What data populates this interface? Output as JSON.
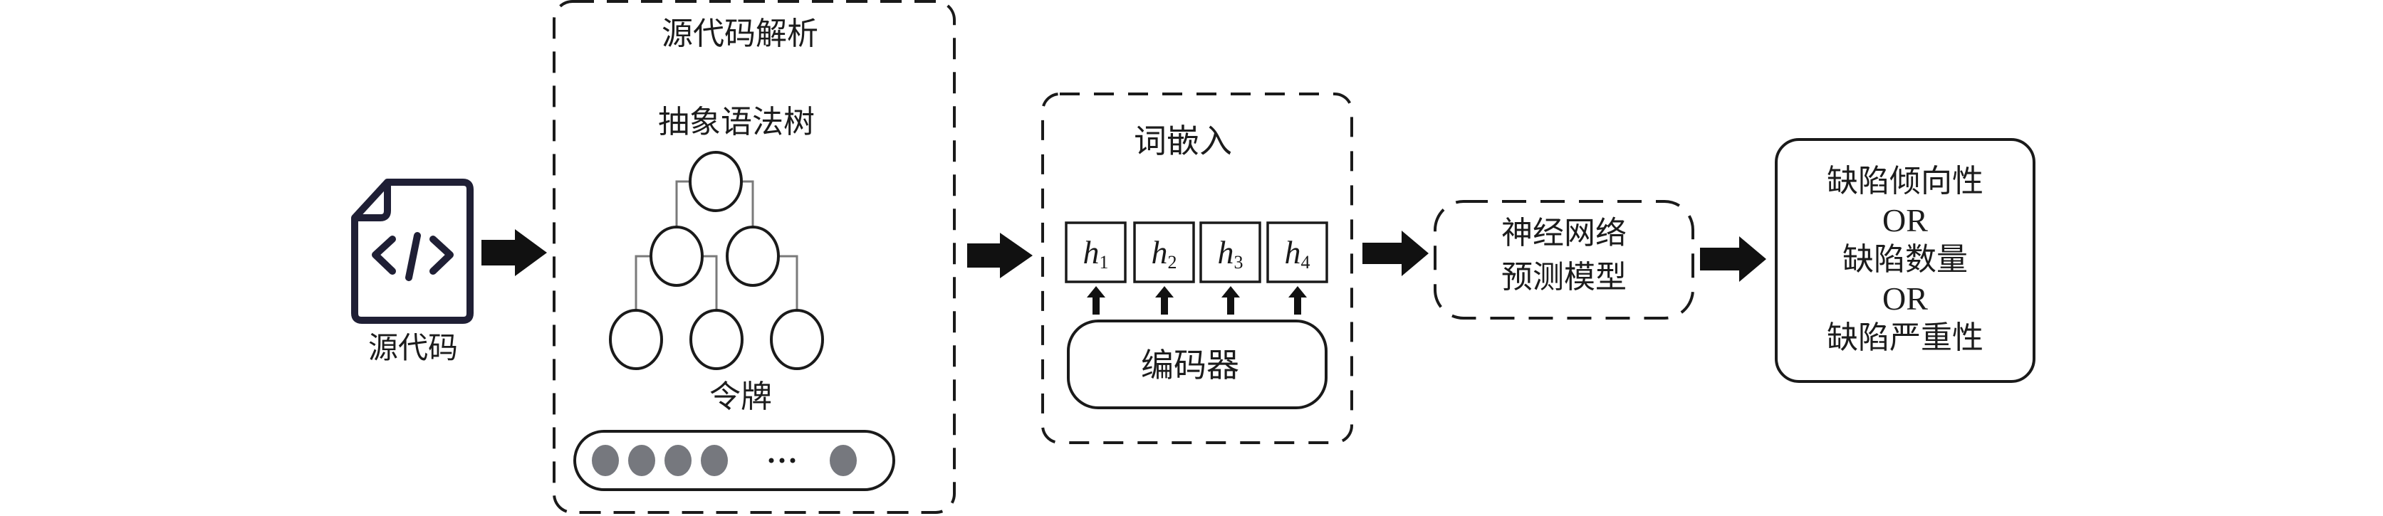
{
  "source": {
    "icon": "code-file-icon",
    "icon_glyph": "</>",
    "label": "源代码"
  },
  "parsing": {
    "title": "源代码解析",
    "ast_label": "抽象语法树",
    "token_label": "令牌",
    "token_ellipsis": "···",
    "ast_levels": [
      1,
      2,
      3
    ],
    "token_count_shown": 5
  },
  "embedding": {
    "title": "词嵌入",
    "vectors": [
      {
        "base": "h",
        "sub": "1"
      },
      {
        "base": "h",
        "sub": "2"
      },
      {
        "base": "h",
        "sub": "3"
      },
      {
        "base": "h",
        "sub": "4"
      }
    ],
    "encoder_label": "编码器"
  },
  "model": {
    "line1": "神经网络",
    "line2": "预测模型"
  },
  "output": {
    "lines": [
      "缺陷倾向性",
      "OR",
      "缺陷数量",
      "OR",
      "缺陷严重性"
    ]
  },
  "colors": {
    "stroke": "#1a1a1a",
    "icon": "#1f1f35",
    "tree_edge": "#7a7a7a",
    "token_fill": "#76787e",
    "arrow": "#111111"
  }
}
